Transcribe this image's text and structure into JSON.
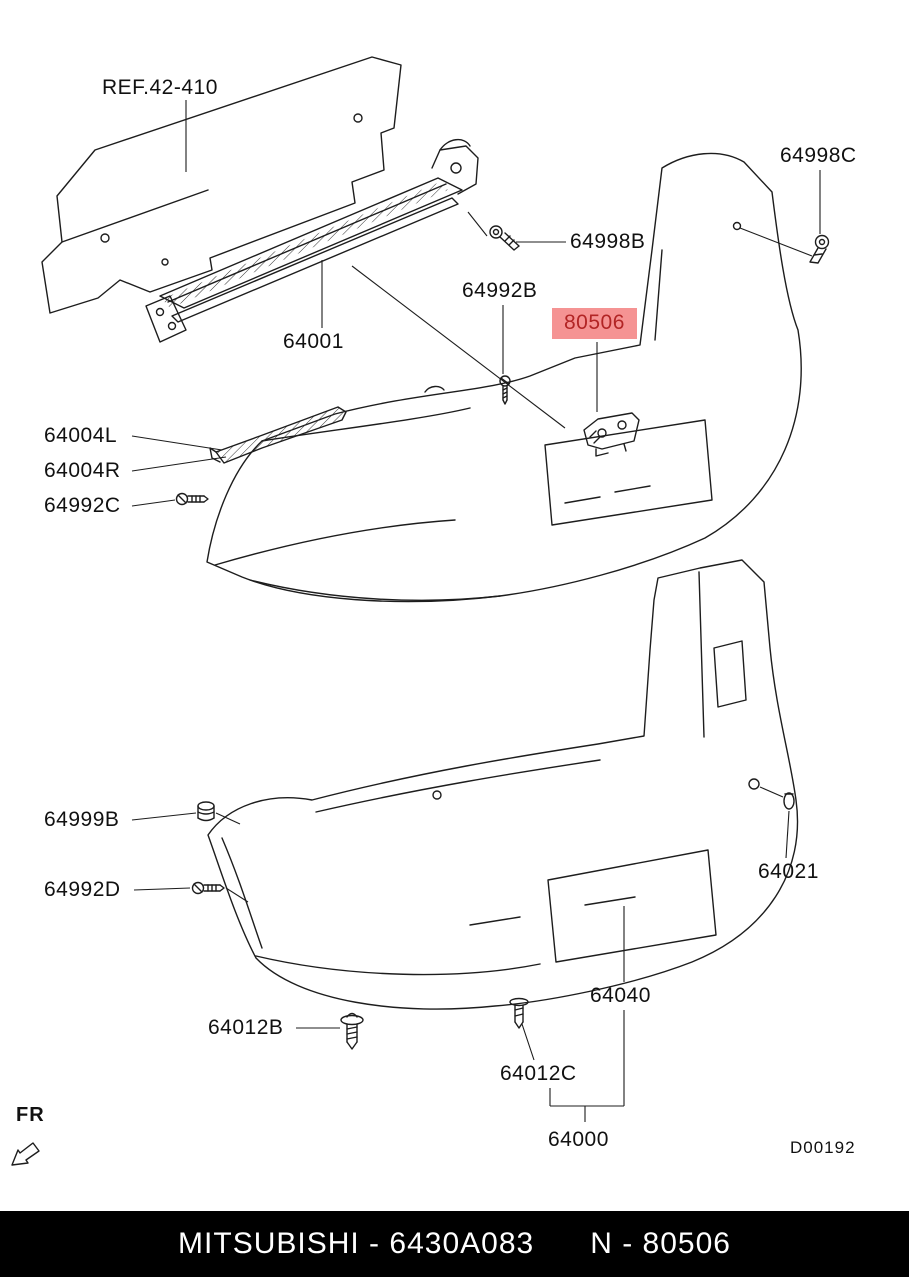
{
  "colors": {
    "background": "#ffffff",
    "line_art": "#1d1d1d",
    "highlight_bg": "#f59393",
    "highlight_text": "#b22525",
    "footer_bg": "#000000",
    "footer_text": "#ffffff"
  },
  "labels": {
    "ref": "REF.42-410",
    "p64998c": "64998C",
    "p64998b": "64998B",
    "p64992b": "64992B",
    "p80506": "80506",
    "p64001": "64001",
    "p64004l": "64004L",
    "p64004r": "64004R",
    "p64992c": "64992C",
    "p64999b": "64999B",
    "p64992d": "64992D",
    "p64021": "64021",
    "p64040": "64040",
    "p64012b": "64012B",
    "p64012c": "64012C",
    "p64000": "64000"
  },
  "annotations": {
    "fr": "FR",
    "drawing_code": "D00192"
  },
  "footer": {
    "catalog": "MITSUBISHI - 6430A083",
    "part": "N - 80506"
  }
}
